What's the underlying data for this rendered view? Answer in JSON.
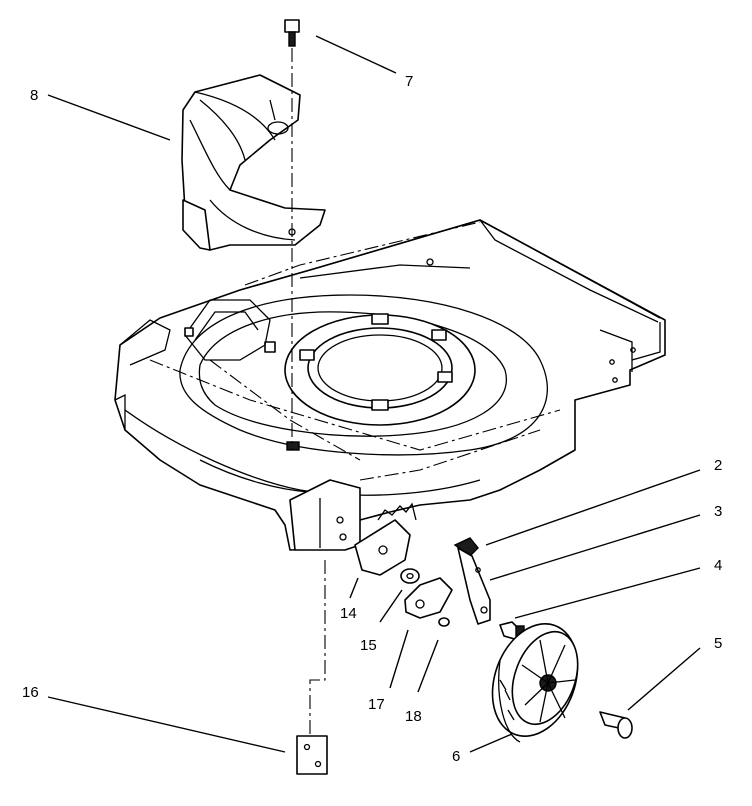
{
  "callouts": [
    {
      "id": "c2",
      "label": "2"
    },
    {
      "id": "c3",
      "label": "3"
    },
    {
      "id": "c4",
      "label": "4"
    },
    {
      "id": "c5",
      "label": "5"
    },
    {
      "id": "c6",
      "label": "6"
    },
    {
      "id": "c7",
      "label": "7"
    },
    {
      "id": "c8",
      "label": "8"
    },
    {
      "id": "c14",
      "label": "14"
    },
    {
      "id": "c15",
      "label": "15"
    },
    {
      "id": "c16",
      "label": "16"
    },
    {
      "id": "c17",
      "label": "17"
    },
    {
      "id": "c18",
      "label": "18"
    }
  ]
}
